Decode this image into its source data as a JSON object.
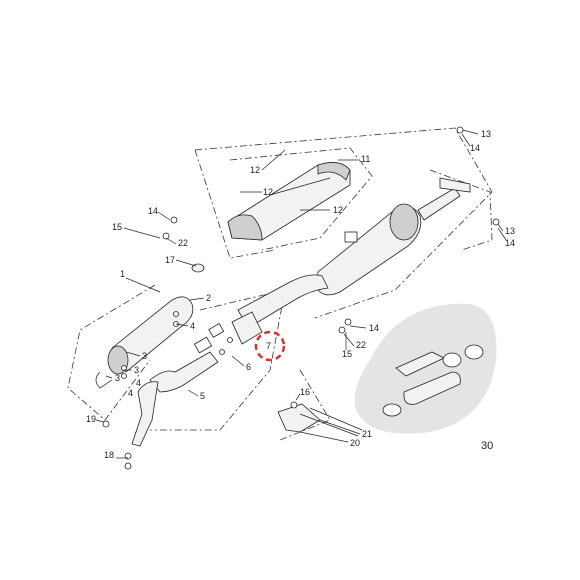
{
  "callouts": [
    {
      "id": "c13a",
      "text": "13"
    },
    {
      "id": "c14a",
      "text": "14"
    },
    {
      "id": "c13b",
      "text": "13"
    },
    {
      "id": "c14b",
      "text": "14"
    },
    {
      "id": "c11",
      "text": "11"
    },
    {
      "id": "c12a",
      "text": "12"
    },
    {
      "id": "c12b",
      "text": "12"
    },
    {
      "id": "c12c",
      "text": "12"
    },
    {
      "id": "c14c",
      "text": "14"
    },
    {
      "id": "c15a",
      "text": "15"
    },
    {
      "id": "c22a",
      "text": "22"
    },
    {
      "id": "c17",
      "text": "17"
    },
    {
      "id": "c1",
      "text": "1"
    },
    {
      "id": "c2",
      "text": "2"
    },
    {
      "id": "c4a",
      "text": "4"
    },
    {
      "id": "c3a",
      "text": "3"
    },
    {
      "id": "c3b",
      "text": "3"
    },
    {
      "id": "c4b",
      "text": "4"
    },
    {
      "id": "c3c",
      "text": "3"
    },
    {
      "id": "c4c",
      "text": "4"
    },
    {
      "id": "c7",
      "text": "7"
    },
    {
      "id": "c6",
      "text": "6"
    },
    {
      "id": "c5",
      "text": "5"
    },
    {
      "id": "c14d",
      "text": "14"
    },
    {
      "id": "c22b",
      "text": "22"
    },
    {
      "id": "c15b",
      "text": "15"
    },
    {
      "id": "c16",
      "text": "16"
    },
    {
      "id": "c19",
      "text": "19"
    },
    {
      "id": "c18",
      "text": "18"
    },
    {
      "id": "c21",
      "text": "21"
    },
    {
      "id": "c20",
      "text": "20"
    }
  ],
  "page_number": "30",
  "colors": {
    "highlight": "#d9302c",
    "inset_bg": "#e4e4e4"
  }
}
